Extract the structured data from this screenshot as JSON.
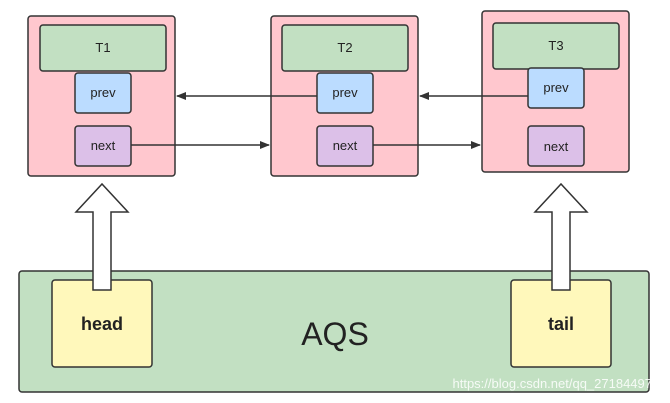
{
  "aqs": {
    "label": "AQS",
    "head_label": "head",
    "tail_label": "tail"
  },
  "nodes": [
    {
      "title": "T1",
      "prev_label": "prev",
      "next_label": "next"
    },
    {
      "title": "T2",
      "prev_label": "prev",
      "next_label": "next"
    },
    {
      "title": "T3",
      "prev_label": "prev",
      "next_label": "next"
    }
  ],
  "watermark": "https://blog.csdn.net/qq_27184497",
  "colors": {
    "node_fill": "#ffc7ce",
    "title_fill": "#c2e0c2",
    "prev_fill": "#bbdcff",
    "next_fill": "#dcc0e8",
    "aqs_fill": "#c2e0c2",
    "head_tail_fill": "#fff8bb",
    "stroke": "#333333"
  }
}
